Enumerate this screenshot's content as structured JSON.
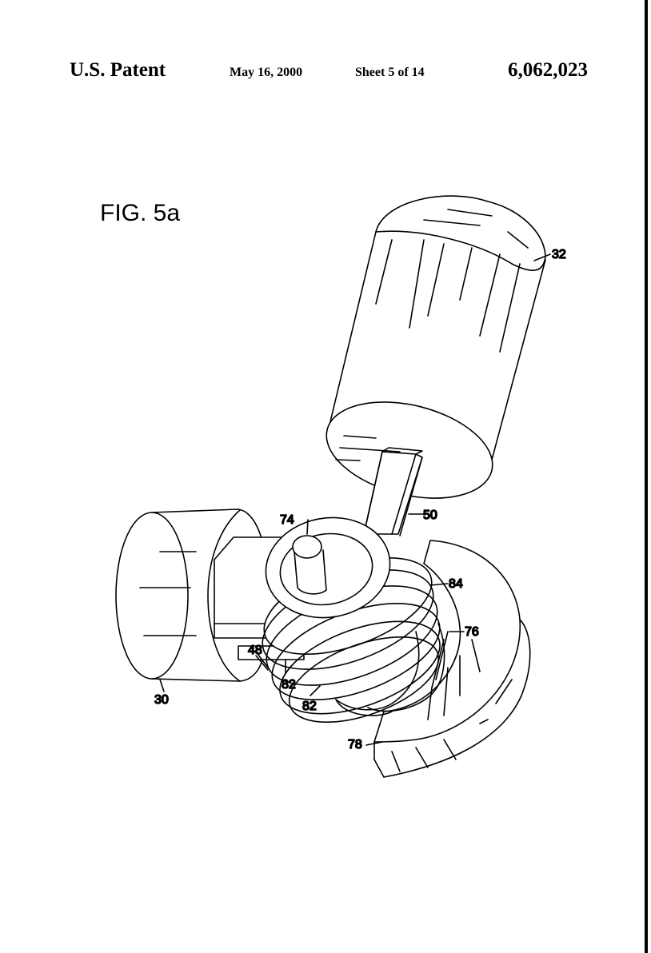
{
  "header": {
    "left": "U.S. Patent",
    "date": "May 16, 2000",
    "sheet": "Sheet 5 of 14",
    "patent_number": "6,062,023"
  },
  "figure": {
    "label": "FIG. 5a",
    "refs": {
      "r32": "32",
      "r50": "50",
      "r74": "74",
      "r84": "84",
      "r76": "76",
      "r48": "48",
      "r82a": "82",
      "r82b": "82",
      "r30": "30",
      "r78": "78"
    }
  }
}
